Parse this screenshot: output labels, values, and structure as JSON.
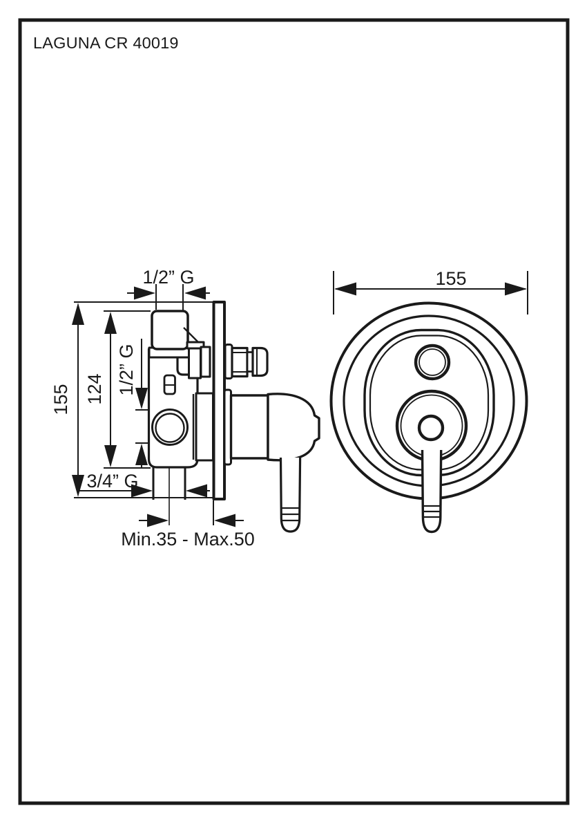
{
  "title": "LAGUNA CR 40019",
  "colors": {
    "line": "#1a1a1a",
    "background": "#ffffff"
  },
  "side_view": {
    "dim_overall_height": "155",
    "dim_body_height": "124",
    "dim_top_connection": "1/2” G",
    "dim_side_connection": "1/2” G",
    "dim_bottom_connection": "3/4” G",
    "dim_mounting_depth": "Min.35 - Max.50"
  },
  "front_view": {
    "dim_plate_width": "155"
  }
}
